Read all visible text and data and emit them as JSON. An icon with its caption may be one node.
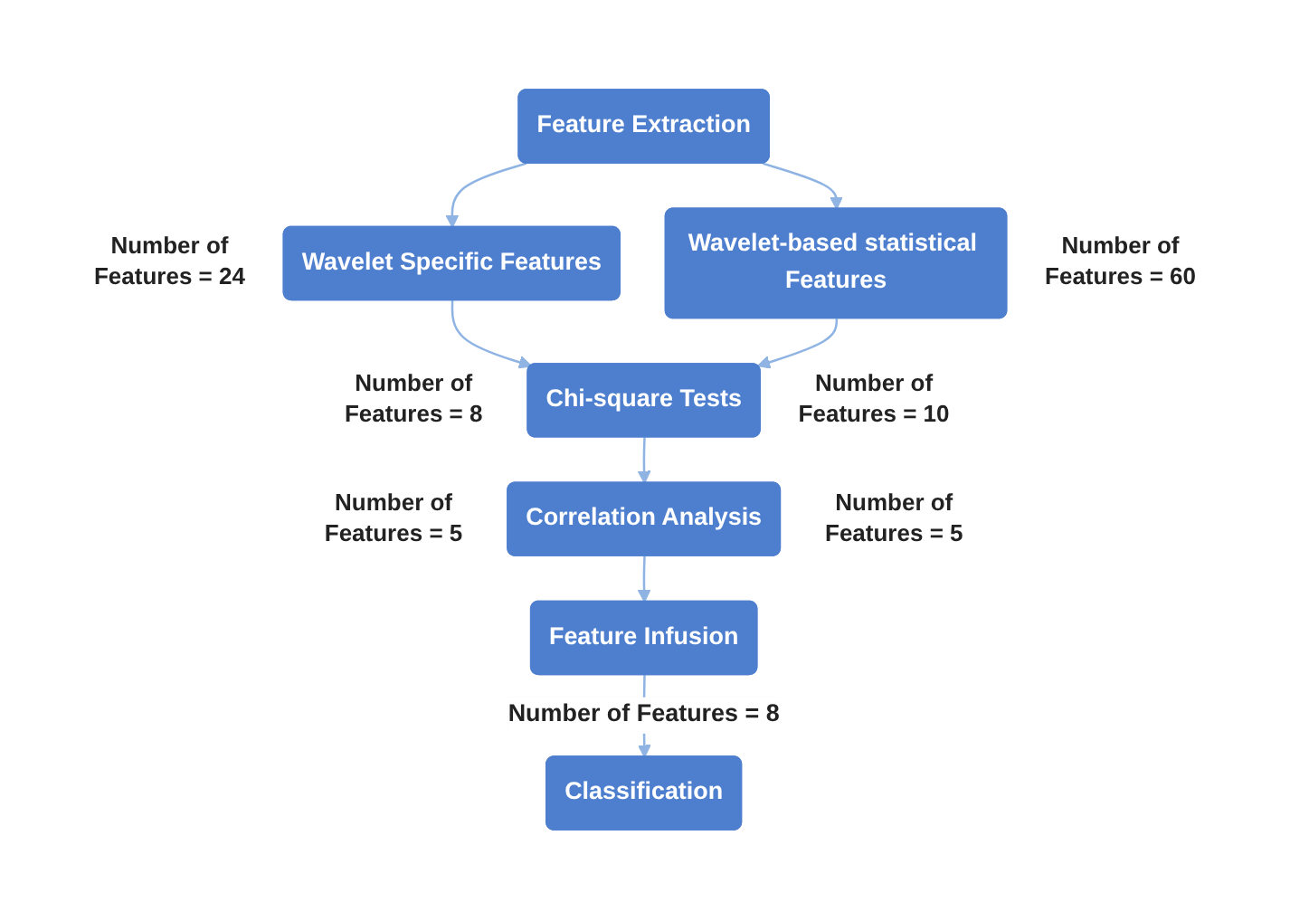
{
  "diagram": {
    "nodes": [
      {
        "text": [
          "Feature Extraction"
        ]
      },
      {
        "text": [
          "Wavelet Specific Features"
        ],
        "beside": [
          "Number of Features = 24"
        ]
      },
      {
        "text": [
          "Wavelet-based statistical Features"
        ],
        "beside": [
          "Number of Features = 60"
        ]
      },
      {
        "text": [
          "Chi-square Tests"
        ],
        "beside": [
          "Number of Features = 8",
          "Number of Features = 10"
        ]
      },
      {
        "text": [
          "Correlation Analysis"
        ],
        "beside": [
          "Number of Features = 5",
          "Number of Features = 5"
        ]
      },
      {
        "text": [
          "Feature Infusion"
        ]
      },
      {
        "text": [
          "Classification"
        ]
      }
    ],
    "edges": [
      {
        "from": 0,
        "to": 1,
        "arrow": "to"
      },
      {
        "from": 0,
        "to": 2,
        "arrow": "to"
      },
      {
        "from": 1,
        "to": 3,
        "arrow": "to"
      },
      {
        "from": 2,
        "to": 3,
        "arrow": "to"
      },
      {
        "from": 3,
        "to": 4,
        "arrow": "to"
      },
      {
        "from": 4,
        "to": 5,
        "arrow": "to"
      },
      {
        "from": 5,
        "to": 6,
        "arrow": "to",
        "label": "Number of Features = 8"
      }
    ]
  }
}
